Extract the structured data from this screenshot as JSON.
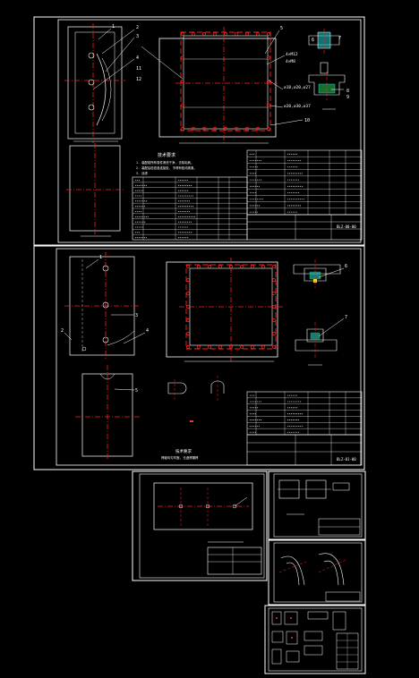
{
  "colors": {
    "background": "#000000",
    "frame": "#ffffff",
    "centerline": "#ff2020",
    "leader": "#ffffff",
    "fill_cyan": "#22cccc",
    "fill_green": "#22aa44",
    "fill_yellow": "#ffdd00",
    "fill_red": "#ff3030"
  },
  "sheets": [
    {
      "id": "assembly-drawing-1",
      "drawing_no": "BLZ-00-00"
    },
    {
      "id": "assembly-drawing-2",
      "drawing_no": "BLZ-01-00"
    },
    {
      "id": "part-drawing-3"
    },
    {
      "id": "part-drawing-4"
    },
    {
      "id": "part-drawing-5"
    },
    {
      "id": "part-drawing-6"
    }
  ],
  "sheet1": {
    "leader_labels": [
      "1",
      "2",
      "3",
      "4",
      "5",
      "6",
      "7",
      "8",
      "9",
      "10",
      "11",
      "12"
    ],
    "callouts": [
      "4×M12",
      "4×M8",
      "∅18,∅20,∅27",
      "∅20,∅30,∅37"
    ],
    "notes_title": "技术要求",
    "notes": [
      "1. 装配前所有零件清洗干净, 去除毛刺。",
      "2. 装配后检查各连接处, 不得有松动现象。",
      "3. 涂漆"
    ],
    "drawing_no": "BLZ-00-00"
  },
  "sheet2": {
    "leader_labels": [
      "1",
      "2",
      "3",
      "4",
      "5",
      "6",
      "7"
    ],
    "notes_title": "技术要求",
    "notes": [
      "焊缝均匀牢固, 无虚焊漏焊"
    ],
    "drawing_no": "BLZ-01-00"
  }
}
